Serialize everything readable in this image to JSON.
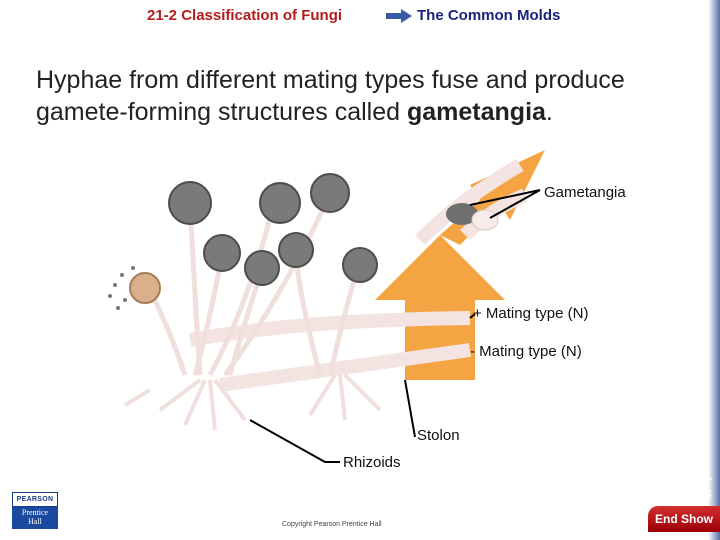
{
  "header": {
    "section": "21-2 Classification of Fungi",
    "topic": "The Common Molds"
  },
  "headline": {
    "text_before": "Hyphae from different mating types fuse and produce gamete-forming structures called ",
    "term": "gametangia",
    "text_after": "."
  },
  "diagram": {
    "labels": {
      "gametangia": "Gametangia",
      "plus_mating": "+ Mating type (N)",
      "minus_mating": "- Mating type (N)",
      "stolon": "Stolon",
      "rhizoids": "Rhizoids"
    }
  },
  "footer": {
    "slide_label": "Slide",
    "slide_count": "6 of 44",
    "copyright": "Copyright Pearson Prentice Hall",
    "end_show": "End Show",
    "logo_top": "PEARSON",
    "logo_line1": "Prentice",
    "logo_line2": "Hall"
  },
  "colors": {
    "section": "#b71c1c",
    "topic": "#1a237e",
    "arrow": "#f39a2e",
    "hypha": "#f3e4e2",
    "end_button": "#c62828"
  }
}
